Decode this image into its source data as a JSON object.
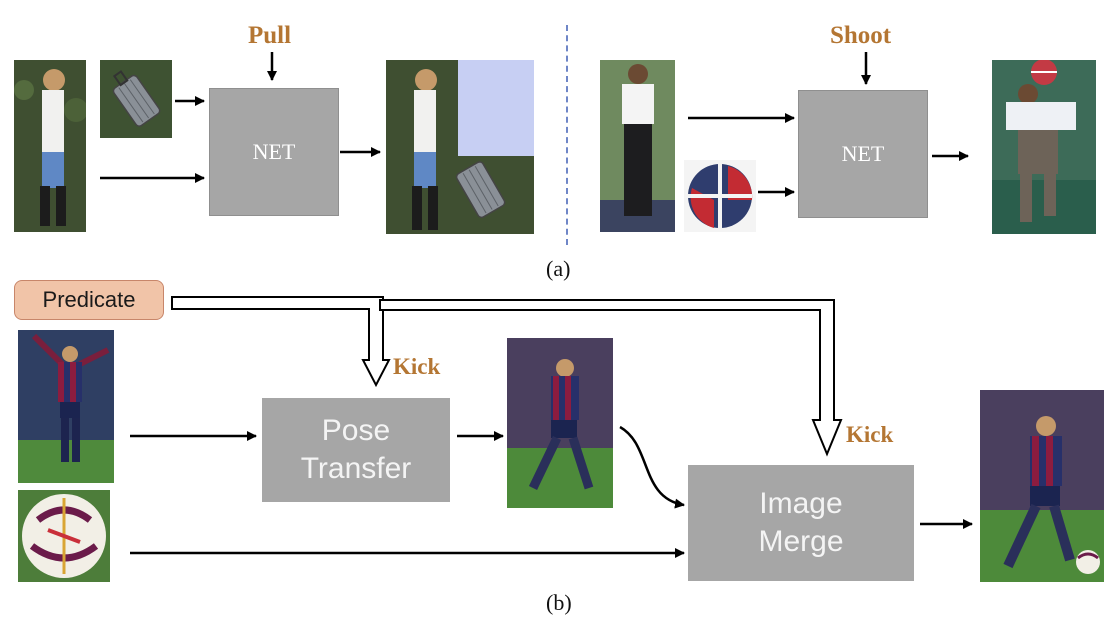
{
  "panel_a": {
    "pull_label": "Pull",
    "shoot_label": "Shoot",
    "net_label_left": "NET",
    "net_label_right": "NET",
    "caption": "(a)"
  },
  "panel_b": {
    "predicate_label": "Predicate",
    "kick_label_pose": "Kick",
    "kick_label_merge": "Kick",
    "pose_transfer_line1": "Pose",
    "pose_transfer_line2": "Transfer",
    "image_merge_line1": "Image",
    "image_merge_line2": "Merge",
    "caption": "(b)"
  },
  "colors": {
    "verb": "#b47633",
    "box": "#a6a6a6",
    "predicate_fill": "#f1c4a8",
    "divider": "#6f86c7"
  }
}
